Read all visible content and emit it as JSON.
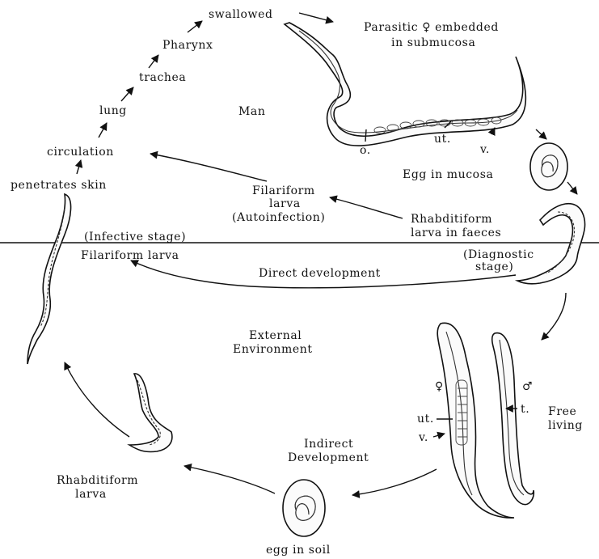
{
  "labels": {
    "swallowed": "swallowed",
    "pharynx": "Pharynx",
    "trachea": "trachea",
    "lung": "lung",
    "circulation": "circulation",
    "penetrates_skin": "penetrates skin",
    "man": "Man",
    "parasitic_female_1": "Parasitic ♀ embedded",
    "parasitic_female_2": "in submucosa",
    "ut_top": "ut.",
    "v_top": "v.",
    "o_top": "o.",
    "egg_in_mucosa": "Egg in mucosa",
    "filariform_autoinfection_1": "Filariform",
    "filariform_autoinfection_2": "larva",
    "filariform_autoinfection_3": "(Autoinfection)",
    "rhabditiform_faeces_1": "Rhabditiform",
    "rhabditiform_faeces_2": "larva in faeces",
    "infective_stage": "(Infective stage)",
    "filariform_larva": "Filariform larva",
    "diagnostic_stage_1": "(Diagnostic",
    "diagnostic_stage_2": "stage)",
    "direct_development": "Direct development",
    "external_1": "External",
    "external_2": "Environment",
    "female_symbol": "♀",
    "male_symbol": "♂",
    "t_label": "t.",
    "free_living_1": "Free",
    "free_living_2": "living",
    "ut_bottom": "ut.",
    "v_bottom": "v.",
    "indirect_1": "Indirect",
    "indirect_2": "Development",
    "rhabditiform_larva_1": "Rhabditiform",
    "rhabditiform_larva_2": "larva",
    "egg_in_soil": "egg in soil"
  }
}
